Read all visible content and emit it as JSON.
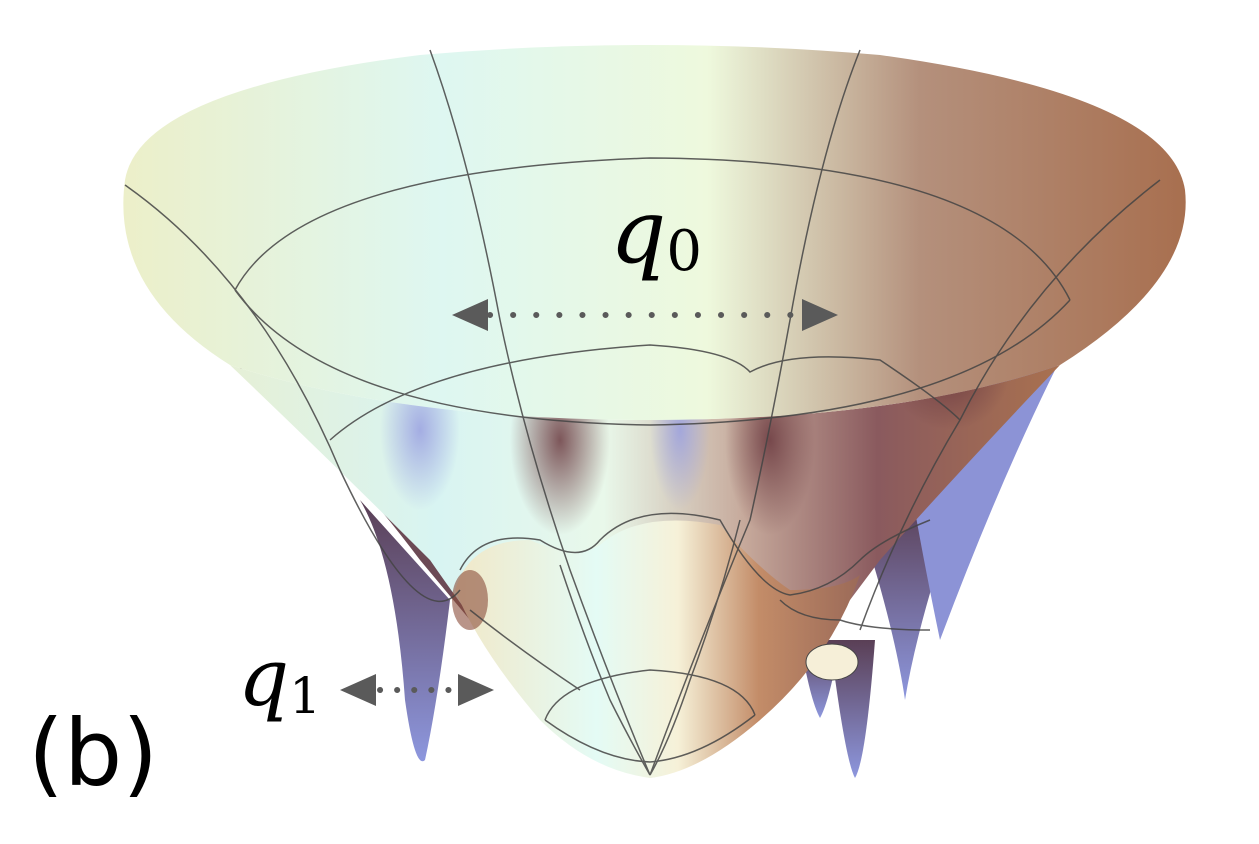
{
  "panel_label": "(b)",
  "labels": {
    "q0": {
      "base": "q",
      "sub": "0"
    },
    "q1": {
      "base": "q",
      "sub": "1"
    }
  },
  "colors": {
    "surface_light": "#f2f5e6",
    "surface_cyan": "#e0fbf6",
    "surface_brown": "#b0846c",
    "surface_dark": "#6e3f4a",
    "surface_blue": "#8c93d6",
    "mesh_line": "#444444",
    "arrow": "#5a5a5a"
  }
}
